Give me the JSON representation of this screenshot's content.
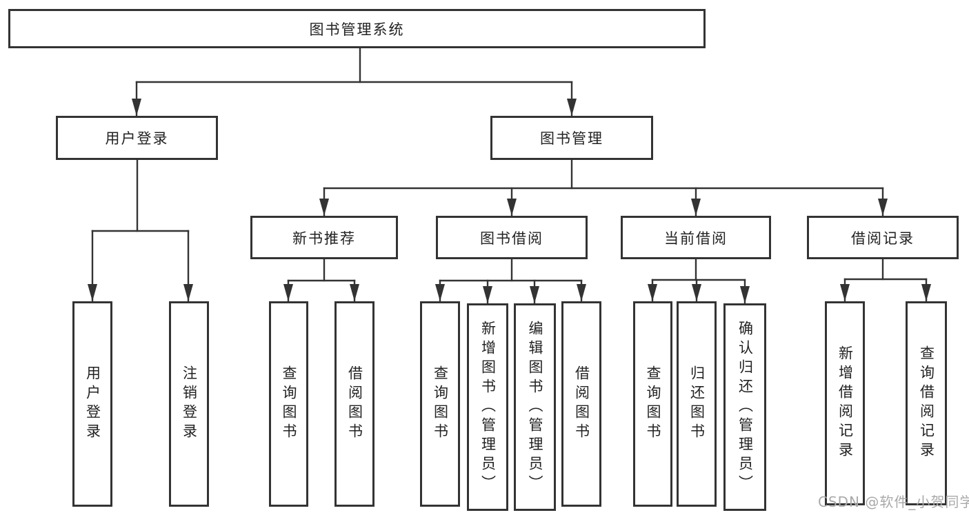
{
  "diagram": {
    "title": "图书管理系统",
    "watermark": "CSDN @软件_小贺同学",
    "colors": {
      "line": "#333333",
      "text": "#222222",
      "box_background": "#ffffff",
      "watermark": "#a9a9a9",
      "background": "#ffffff"
    },
    "nodes": {
      "root": {
        "label": "图书管理系统"
      },
      "login": {
        "label": "用户登录"
      },
      "manage": {
        "label": "图书管理"
      },
      "new_books": {
        "label": "新书推荐"
      },
      "book_borrow": {
        "label": "图书借阅"
      },
      "current_borrow": {
        "label": "当前借阅"
      },
      "borrow_records": {
        "label": "借阅记录"
      },
      "user_login": {
        "label": "用户登录"
      },
      "logout": {
        "label": "注销登录"
      },
      "new_query_book": {
        "label": "查询图书"
      },
      "new_borrow_book": {
        "label": "借阅图书"
      },
      "bb_query_book": {
        "label": "查询图书"
      },
      "bb_add_book": {
        "label": "新增图书（管理员）"
      },
      "bb_edit_book": {
        "label": "编辑图书（管理员）"
      },
      "bb_borrow_book": {
        "label": "借阅图书"
      },
      "cb_query_book": {
        "label": "查询图书"
      },
      "cb_return_book": {
        "label": "归还图书"
      },
      "cb_confirm_return": {
        "label": "确认归还（管理员）"
      },
      "br_add_record": {
        "label": "新增借阅记录"
      },
      "br_query_record": {
        "label": "查询借阅记录"
      }
    }
  }
}
